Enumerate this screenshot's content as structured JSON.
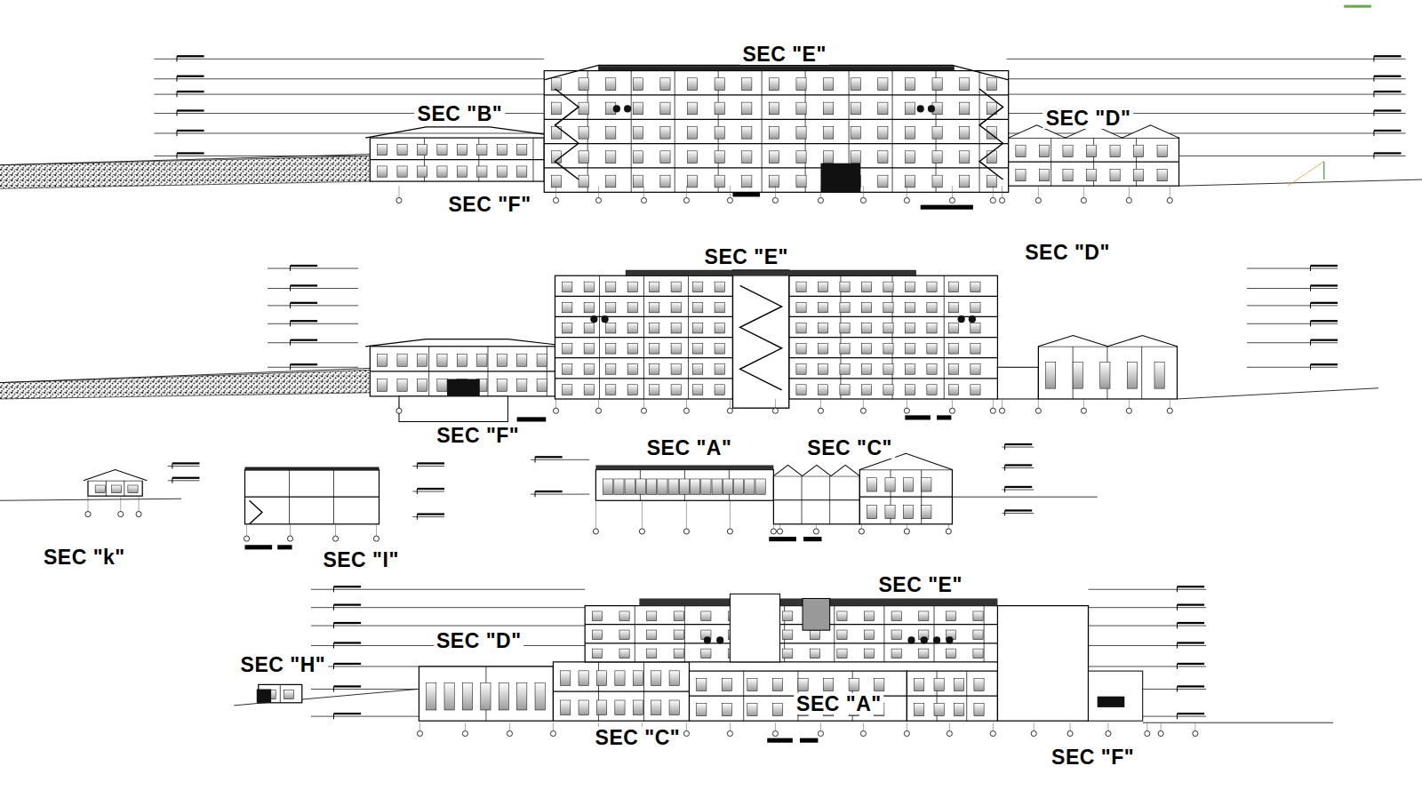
{
  "diagram": {
    "labels": [
      "SEC \"E\"",
      "SEC \"B\"",
      "SEC \"D\"",
      "SEC \"F\"",
      "SEC \"E\"",
      "SEC \"D\"",
      "SEC \"F\"",
      "SEC \"A\"",
      "SEC \"C\"",
      "SEC \"k\"",
      "SEC \"I\"",
      "SEC \"E\"",
      "SEC \"D\"",
      "SEC \"H\"",
      "SEC \"A\"",
      "SEC \"C\"",
      "SEC \"F\""
    ]
  }
}
